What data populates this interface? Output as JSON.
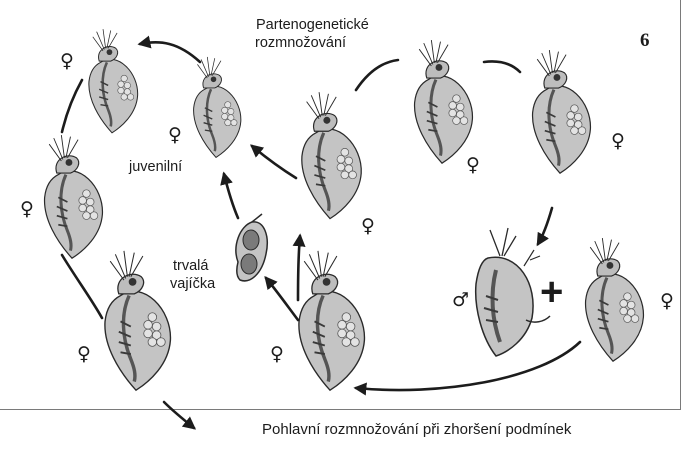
{
  "figure": {
    "number": "6",
    "labels": {
      "parthenogenetic": [
        "Partenogenetické",
        "rozmnožování"
      ],
      "juvenile": "juvenilní",
      "resting_eggs": [
        "trvalá",
        "vajíčka"
      ],
      "sexual": "Pohlavní rozmnožování při zhoršení podmínek"
    },
    "symbols": {
      "female": "♀",
      "male": "♂",
      "plus": "+"
    },
    "colors": {
      "body": "#c4c4c4",
      "outline": "#2a2a2a",
      "organ": "#555555",
      "eggs": "#e3e3e3",
      "arrow": "#1c1c1c"
    }
  }
}
